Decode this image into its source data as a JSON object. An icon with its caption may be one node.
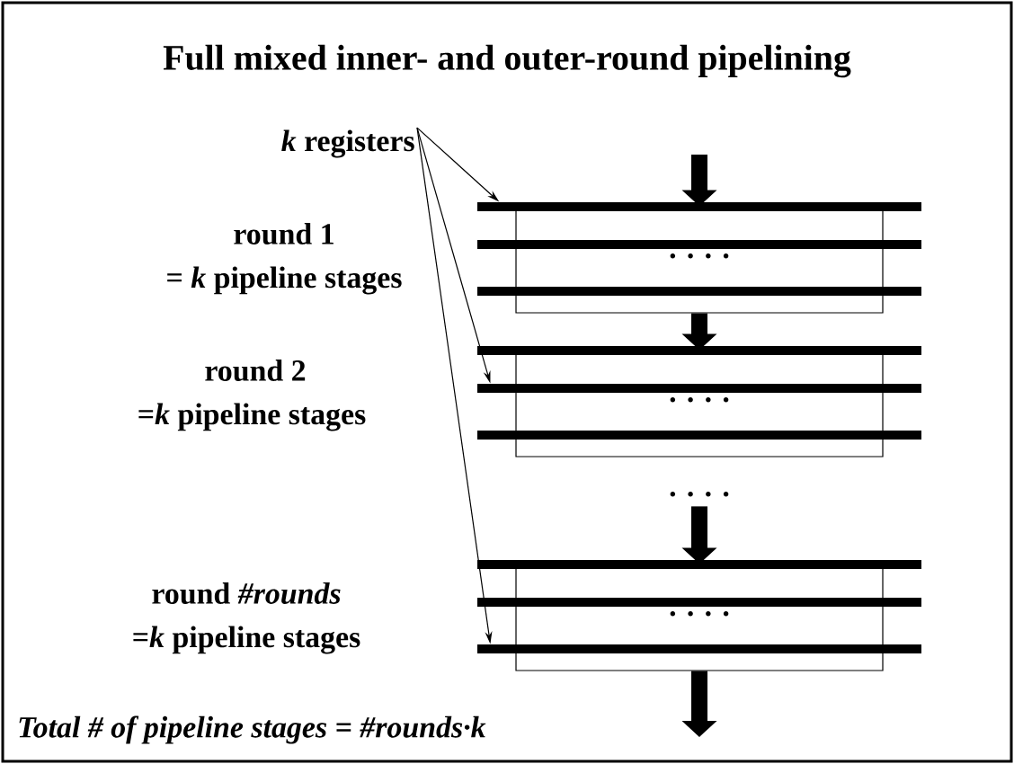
{
  "diagram": {
    "title": "Full mixed inner- and outer-round pipelining",
    "nodes": [
      {
        "text": [
          "*k* registers"
        ]
      },
      {
        "text": [
          "· · · ·"
        ]
      },
      {
        "text": [
          "· · · ·"
        ]
      },
      {
        "text": [
          "· · · ·"
        ]
      },
      {
        "text": [
          "· · · ·"
        ]
      },
      {
        "text": [],
        "shape": "bar"
      },
      {
        "text": [],
        "shape": "bar"
      },
      {
        "text": [],
        "shape": "bar"
      },
      {
        "text": [],
        "shape": "bar"
      },
      {
        "text": [],
        "shape": "bar"
      },
      {
        "text": [],
        "shape": "bar"
      },
      {
        "text": [],
        "shape": "bar"
      },
      {
        "text": [],
        "shape": "bar"
      },
      {
        "text": [],
        "shape": "bar"
      }
    ],
    "edges": [
      {
        "from": null,
        "to": 1,
        "arrow": "to"
      },
      {
        "from": 1,
        "to": 2,
        "arrow": "to"
      },
      {
        "from": 3,
        "to": 4,
        "arrow": "to"
      },
      {
        "from": 4,
        "to": null,
        "arrow": "to"
      },
      {
        "from": 0,
        "to": 5,
        "arrow": "to"
      },
      {
        "from": 0,
        "to": 9,
        "arrow": "to"
      },
      {
        "from": 0,
        "to": 13,
        "arrow": "to"
      }
    ],
    "labels": [
      "round 1",
      "= *k* pipeline stages",
      "round 2",
      "=*k* pipeline stages",
      "round *#rounds*",
      "=*k* pipeline stages",
      "Total # of pipeline stages =  #rounds·k"
    ]
  }
}
